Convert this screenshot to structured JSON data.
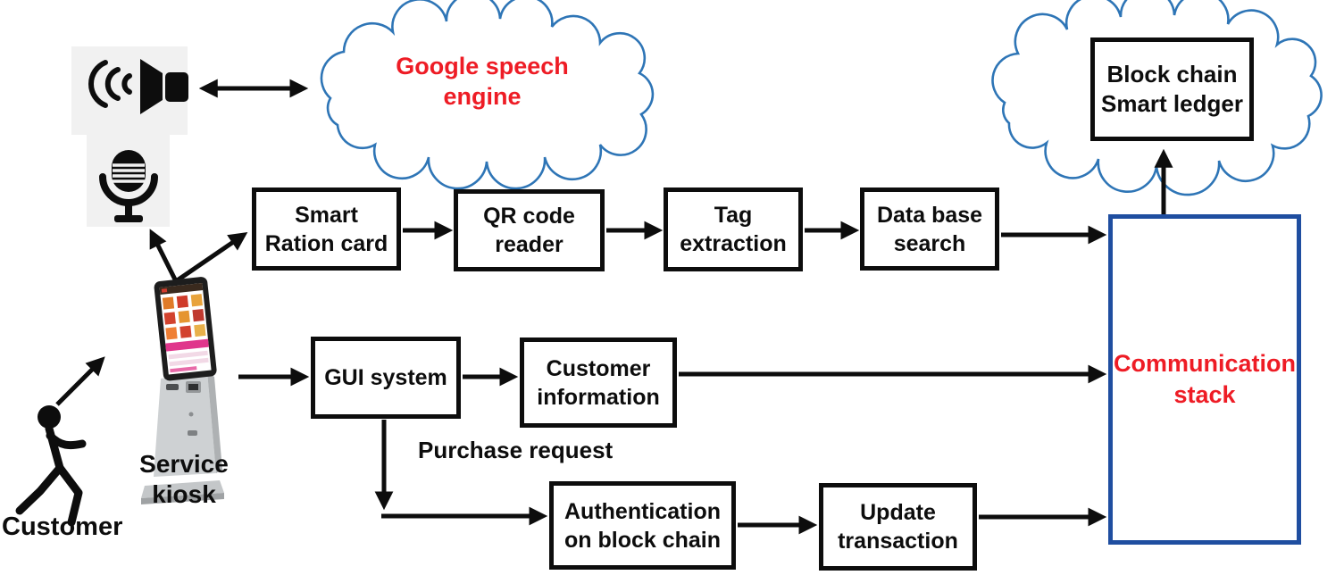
{
  "figure_type": "system-architecture-diagram",
  "clouds": {
    "google_speech": {
      "label": "Google speech\nengine"
    },
    "blockchain_cloud": {
      "label": ""
    }
  },
  "nodes": {
    "smart_ration_card": {
      "label": "Smart\nRation card"
    },
    "qr_code_reader": {
      "label": "QR code\nreader"
    },
    "tag_extraction": {
      "label": "Tag\nextraction"
    },
    "database_search": {
      "label": "Data base\nsearch"
    },
    "gui_system": {
      "label": "GUI system"
    },
    "customer_information": {
      "label": "Customer\ninformation"
    },
    "authentication_blockchain": {
      "label": "Authentication\non block chain"
    },
    "update_transaction": {
      "label": "Update\ntransaction"
    },
    "communication_stack": {
      "label": "Communication\nstack"
    },
    "blockchain_ledger": {
      "label": "Block chain\nSmart ledger"
    }
  },
  "labels": {
    "purchase_request": "Purchase request",
    "service_kiosk": "Service\nkiosk",
    "customer": "Customer"
  },
  "icons": {
    "speaker": "speaker-icon",
    "microphone": "microphone-icon",
    "kiosk": "service-kiosk-image",
    "customer": "customer-stick-figure"
  },
  "colors": {
    "box_border": "#0d0d0d",
    "arrow": "#0d0d0d",
    "cloud_stroke": "#2e75b6",
    "communication_stack_border": "#1f4ea0",
    "accent_red": "#ee1c25",
    "icon_background": "#f1f1f1"
  }
}
